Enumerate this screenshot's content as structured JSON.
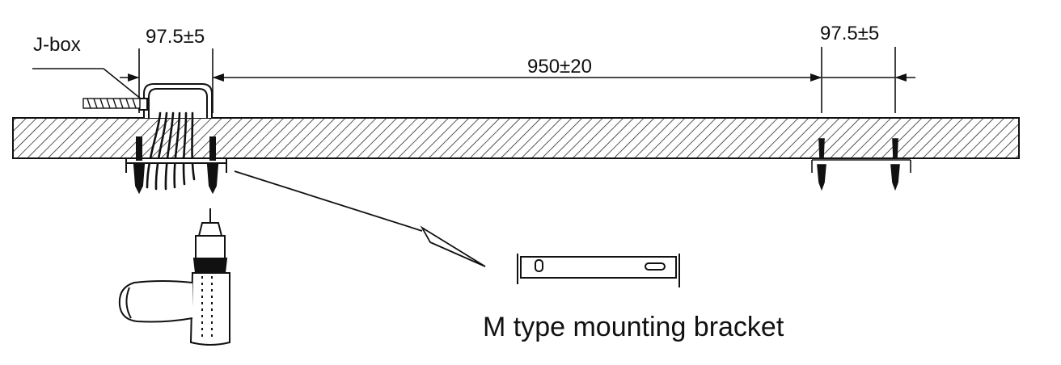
{
  "labels": {
    "jbox": "J-box",
    "dim_left": "97.5±5",
    "dim_center": "950±20",
    "dim_right": "97.5±5",
    "bracket_caption": "M type mounting bracket"
  },
  "colors": {
    "ink": "#111111",
    "background": "#ffffff"
  }
}
